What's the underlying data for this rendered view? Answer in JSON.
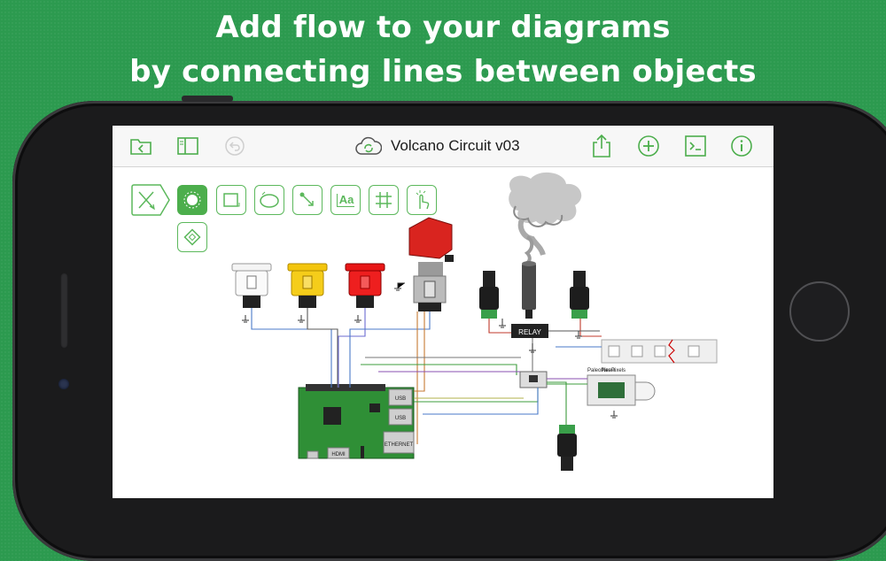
{
  "headline": {
    "line1": "Add flow to your diagrams",
    "line2": "by connecting lines between objects"
  },
  "app": {
    "document_title": "Volcano Circuit v03",
    "toolbar_left": [
      "folder-back-icon",
      "sidebar-icon",
      "undo-icon"
    ],
    "toolbar_right": [
      "share-icon",
      "add-icon",
      "console-icon",
      "info-icon"
    ],
    "accent_color": "#4cae4c"
  },
  "tools": [
    {
      "name": "pencil-ruler-tool",
      "active": false
    },
    {
      "name": "select-tool",
      "active": true
    },
    {
      "name": "rectangle-tool",
      "active": false
    },
    {
      "name": "ellipse-tool",
      "active": false
    },
    {
      "name": "connector-line-tool",
      "active": false
    },
    {
      "name": "text-tool",
      "active": false
    },
    {
      "name": "crop-grid-tool",
      "active": false
    },
    {
      "name": "touch-tool",
      "active": false
    },
    {
      "name": "diamond-tool",
      "active": false
    }
  ],
  "text_tool_label": "Aa",
  "diagram": {
    "relay_label": "RELAY",
    "neopixels_label": "NeoPixels",
    "paleopixels_label": "PaleoPixels",
    "pi_ports": [
      "USB",
      "USB",
      "ETHERNET",
      "HDMI"
    ],
    "button_colors": [
      "#ffffff",
      "#f3c50c",
      "#e81616"
    ],
    "toggle_cover_color": "#d9241f"
  },
  "background_color": "#2c9a4f"
}
